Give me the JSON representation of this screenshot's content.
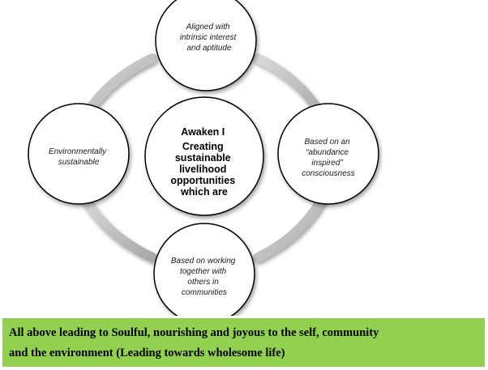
{
  "center": {
    "lines": [
      "Awaken I",
      "Creating",
      "sustainable",
      "livelihood",
      "opportunities",
      "which are"
    ]
  },
  "nodes": {
    "top": {
      "lines": [
        "Aligned with",
        "intrinsic interest",
        "and aptitude"
      ]
    },
    "right": {
      "lines": [
        "Based on an",
        "“abundance",
        "inspired”",
        "consciousness"
      ]
    },
    "bottom": {
      "lines": [
        "Based on working",
        "together with",
        "others in",
        "communities"
      ]
    },
    "left": {
      "lines": [
        "Environmentally",
        "sustainable"
      ]
    }
  },
  "footer": {
    "line1": "All above leading to Soulful, nourishing and joyous to the self, community",
    "line2": "and the environment (Leading towards wholesome life)"
  },
  "colors": {
    "footer_bg": "#92d050",
    "connector": "#c4c4c4",
    "circle_stroke": "#000000",
    "circle_fill": "#ffffff"
  }
}
